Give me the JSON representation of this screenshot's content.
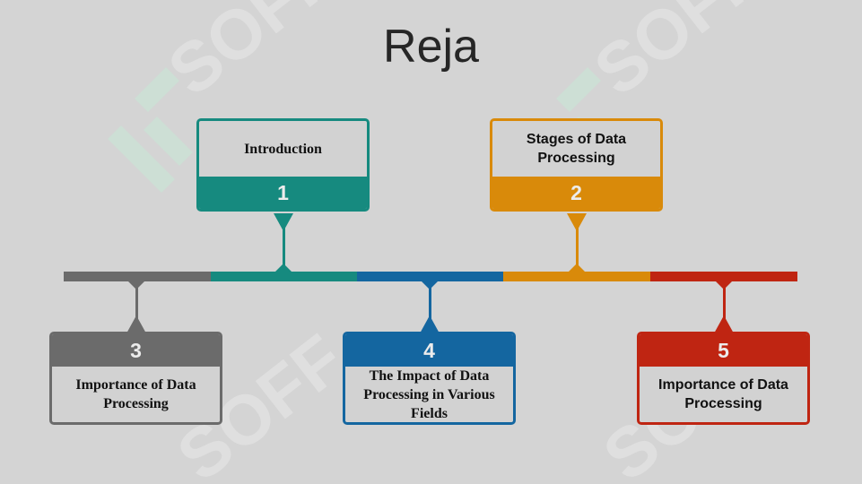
{
  "title": "Reja",
  "watermark": "SOFF",
  "colors": {
    "teal": "#168a7f",
    "orange": "#d98a0a",
    "gray": "#6b6b6b",
    "blue": "#1466a0",
    "red": "#bf2512"
  },
  "items": [
    {
      "number": "1",
      "label": "Introduction"
    },
    {
      "number": "2",
      "label": "Stages of Data Processing"
    },
    {
      "number": "3",
      "label": "Importance of Data Processing"
    },
    {
      "number": "4",
      "label": "The Impact of Data Processing in Various Fields"
    },
    {
      "number": "5",
      "label": "Importance of Data Processing"
    }
  ]
}
